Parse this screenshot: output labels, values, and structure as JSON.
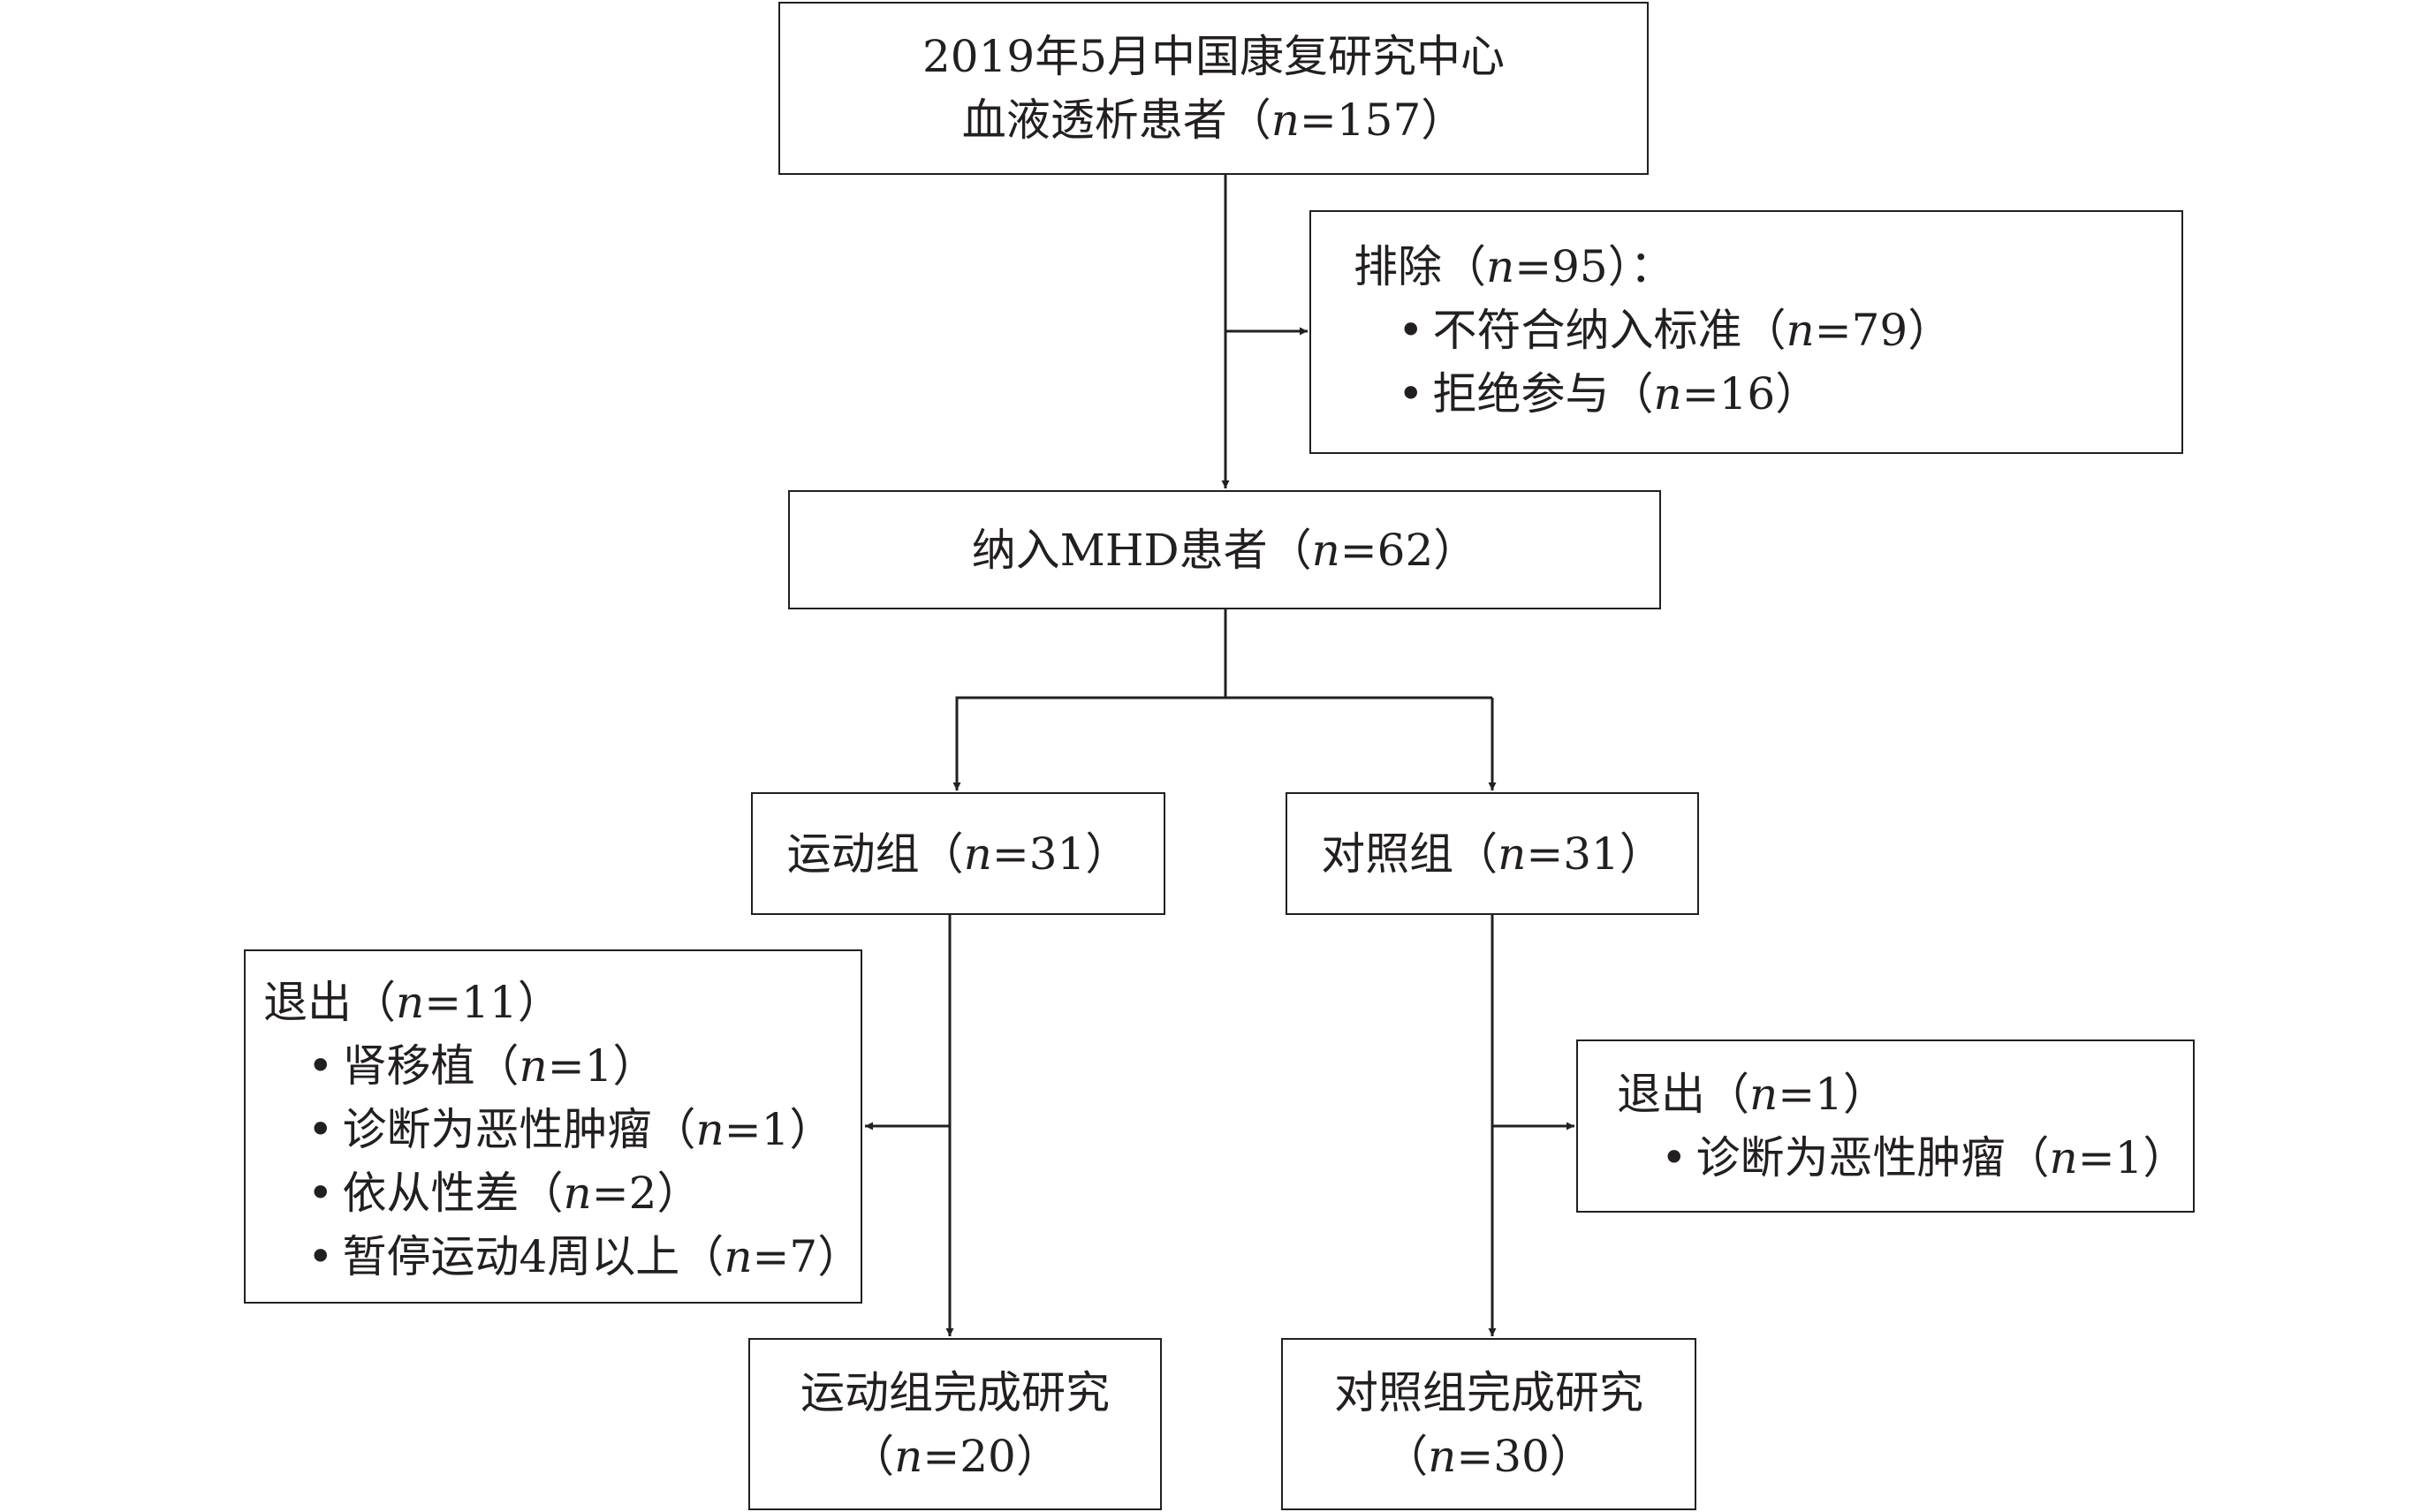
{
  "flowchart": {
    "source": {
      "line1": "2019年5月中国康复研究中心",
      "line2": "血液透析患者（",
      "n": "n",
      "line2_end": "=157）"
    },
    "excluded": {
      "title": "排除（",
      "n": "n",
      "title_end": "=95）：",
      "items": [
        {
          "text": "不符合纳入标准（",
          "n": "n",
          "end": "=79）"
        },
        {
          "text": "拒绝参与（",
          "n": "n",
          "end": "=16）"
        }
      ]
    },
    "included": {
      "text": "纳入MHD患者（",
      "n": "n",
      "end": "=62）"
    },
    "exercise_group": {
      "text": "运动组（",
      "n": "n",
      "end": "=31）"
    },
    "control_group": {
      "text": "对照组（",
      "n": "n",
      "end": "=31）"
    },
    "exercise_withdrawn": {
      "title": "退出（",
      "n": "n",
      "title_end": "=11）",
      "items": [
        {
          "text": "肾移植（",
          "n": "n",
          "end": "=1）"
        },
        {
          "text": "诊断为恶性肿瘤（",
          "n": "n",
          "end": "=1）"
        },
        {
          "text": "依从性差（",
          "n": "n",
          "end": "=2）"
        },
        {
          "text": "暂停运动4周以上（",
          "n": "n",
          "end": "=7）"
        }
      ]
    },
    "control_withdrawn": {
      "title": "退出（",
      "n": "n",
      "title_end": "=1）",
      "items": [
        {
          "text": "诊断为恶性肿瘤（",
          "n": "n",
          "end": "=1）"
        }
      ]
    },
    "exercise_completed": {
      "line1": "运动组完成研究",
      "line2": "（",
      "n": "n",
      "line2_end": "=20）"
    },
    "control_completed": {
      "line1": "对照组完成研究",
      "line2": "（",
      "n": "n",
      "line2_end": "=30）"
    }
  }
}
